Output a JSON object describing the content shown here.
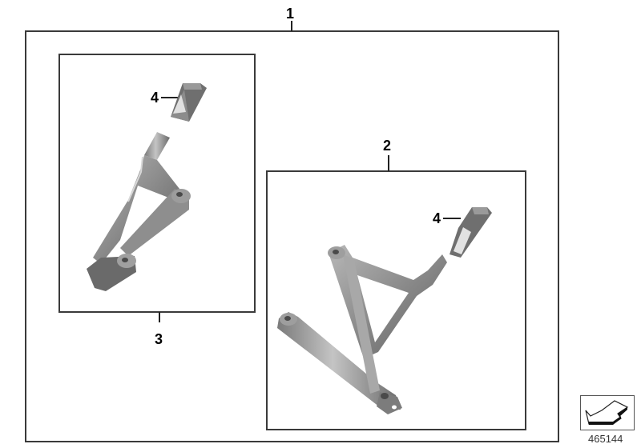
{
  "diagram": {
    "title_callout": "1",
    "groups": [
      {
        "id": "assembly-right",
        "callout": "2",
        "parts": [
          {
            "callout": "4",
            "name": "rubber pad"
          },
          {
            "name": "footrest bracket right"
          }
        ]
      },
      {
        "id": "assembly-left",
        "callout": "3",
        "parts": [
          {
            "callout": "4",
            "name": "rubber pad"
          },
          {
            "name": "footrest bracket left"
          }
        ]
      }
    ],
    "labels": {
      "main": "1",
      "right_group": "2",
      "left_group": "3",
      "pad_left": "4",
      "pad_right": "4"
    },
    "reference_number": "465144",
    "colors": {
      "frame": "#3a3a3a",
      "part_dark": "#6e6e6e",
      "part_mid": "#8c8c8c",
      "part_light": "#b5b5b5"
    }
  }
}
